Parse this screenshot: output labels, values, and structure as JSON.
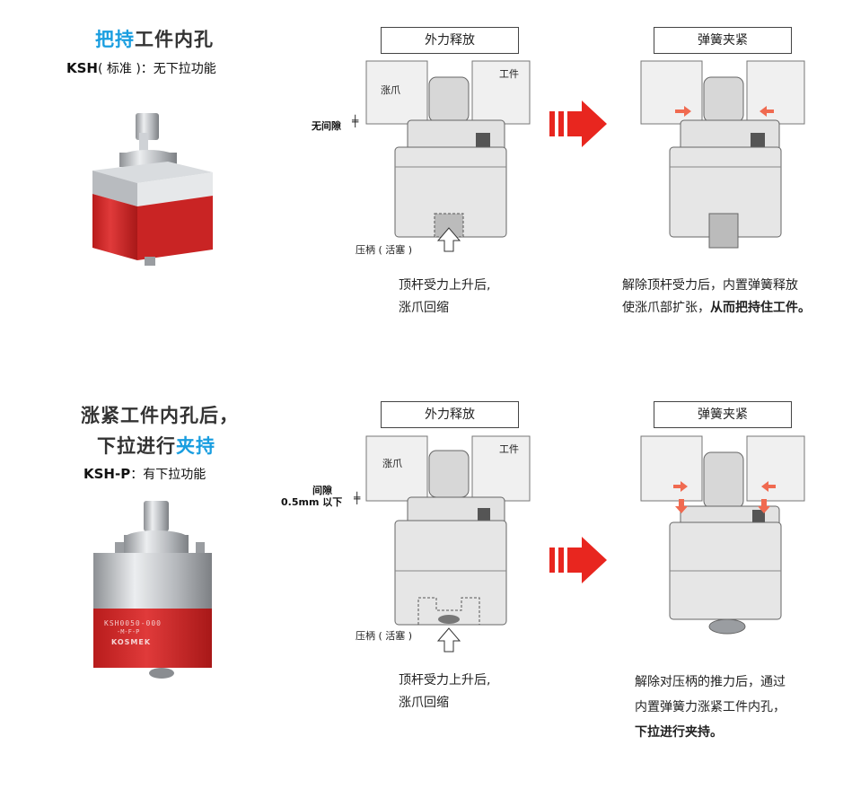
{
  "sections": [
    {
      "heading_parts": [
        {
          "text": "把持",
          "accent": true
        },
        {
          "text": "工件内孔",
          "accent": false
        }
      ],
      "subtitle_main": "KSH",
      "subtitle_rest": "( 标准 )：无下拉功能",
      "stage1": {
        "title": "外力释放",
        "workpiece_label": "工件",
        "jaw_label": "涨爪",
        "gap_label": "无间隙",
        "piston_label": "压柄 ( 活塞 )",
        "caption_lines": [
          "顶杆受力上升后,",
          "涨爪回缩"
        ]
      },
      "stage2": {
        "title": "弹簧夹紧",
        "caption_line1": "解除顶杆受力后，内置弹簧释放",
        "caption_line2_plain": "使涨爪部扩张，",
        "caption_line2_bold": "从而把持住工件。"
      }
    },
    {
      "heading_line1": "涨紧工件内孔后，",
      "heading_line2_parts": [
        {
          "text": "下拉进行",
          "accent": false
        },
        {
          "text": "夹持",
          "accent": true
        }
      ],
      "subtitle_main": "KSH-P",
      "subtitle_rest": "：有下拉功能",
      "product_text_1": "KSH0050-000",
      "product_text_2": "-M-F-P",
      "product_brand": "KOSMEK",
      "stage1": {
        "title": "外力释放",
        "workpiece_label": "工件",
        "jaw_label": "涨爪",
        "gap_label_1": "间隙",
        "gap_label_2": "0.5mm 以下",
        "piston_label": "压柄 ( 活塞 )",
        "caption_lines": [
          "顶杆受力上升后,",
          "涨爪回缩"
        ]
      },
      "stage2": {
        "title": "弹簧夹紧",
        "caption_line1": "解除对压柄的推力后，通过",
        "caption_line2": "内置弹簧力涨紧工件内孔，",
        "caption_line3_bold": "下拉进行夹持。"
      }
    }
  ],
  "colors": {
    "accent_blue": "#1a9ee0",
    "arrow_red": "#e8261f",
    "product_red": "#d42a2a"
  }
}
